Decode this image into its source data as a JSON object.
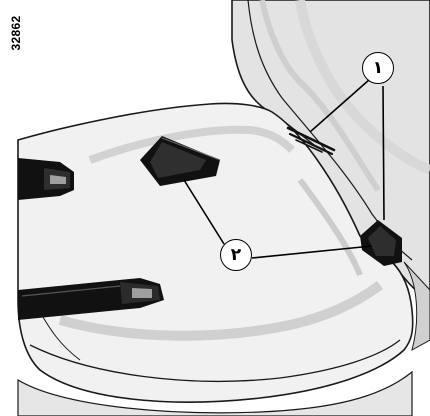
{
  "figure": {
    "code": "32862"
  },
  "callouts": [
    {
      "label": "١"
    },
    {
      "label": "٢"
    }
  ]
}
